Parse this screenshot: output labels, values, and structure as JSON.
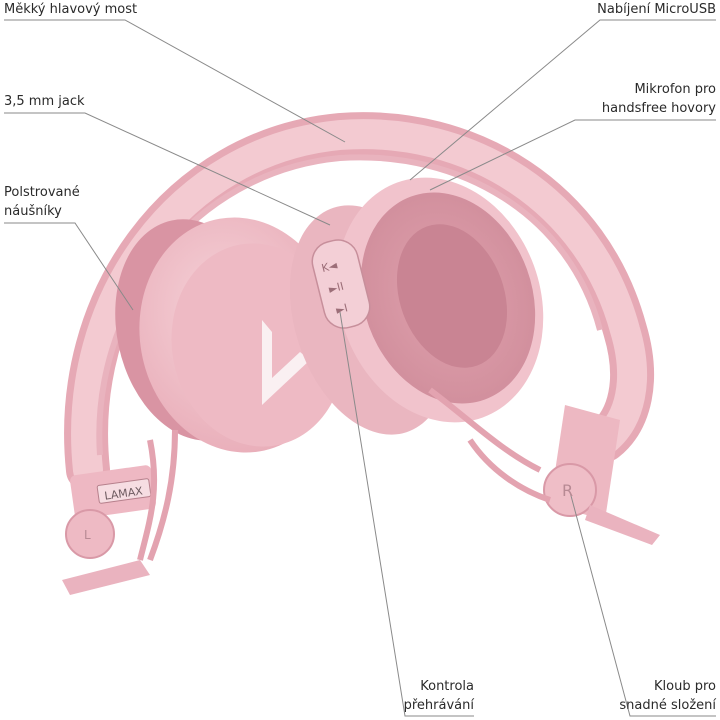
{
  "callouts": {
    "bridge": "Měkký hlavový most",
    "jack": "3,5 mm jack",
    "pads": [
      "Polstrované",
      "náušníky"
    ],
    "usb": "Nabíjení MicroUSB",
    "mic": [
      "Mikrofon pro",
      "handsfree hovory"
    ],
    "controls": [
      "Kontrola",
      "přehrávání"
    ],
    "hinge": [
      "Kloub pro",
      "snadné složení"
    ]
  },
  "product": {
    "brand_mark": "LAMAX",
    "left_marker": "L",
    "right_marker": "R",
    "logo_icon": "lamax-chevron-logo",
    "color_body": "#f2c4cc",
    "color_shadow": "#d99aa8",
    "color_light": "#f8dde2"
  }
}
